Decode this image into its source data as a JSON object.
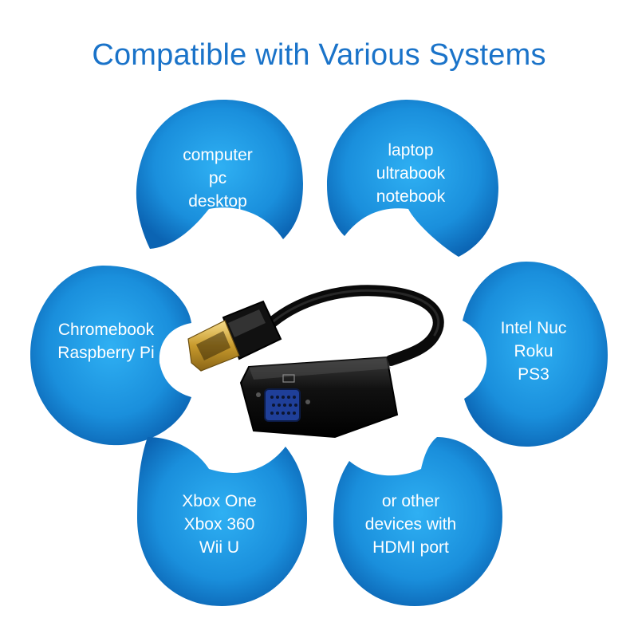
{
  "title": "Compatible with Various Systems",
  "colors": {
    "title": "#1a73c9",
    "blob_light": "#2aa7ee",
    "blob_dark": "#0b6ab8",
    "text": "#ffffff"
  },
  "bubbles": [
    {
      "id": "top-left",
      "lines": [
        "computer",
        "pc",
        "desktop"
      ]
    },
    {
      "id": "top-right",
      "lines": [
        "laptop",
        "ultrabook",
        "notebook"
      ]
    },
    {
      "id": "mid-left",
      "lines": [
        "Chromebook",
        "Raspberry Pi"
      ]
    },
    {
      "id": "mid-right",
      "lines": [
        "Intel Nuc",
        "Roku",
        "PS3"
      ]
    },
    {
      "id": "bottom-left",
      "lines": [
        "Xbox One",
        "Xbox 360",
        "Wii U"
      ]
    },
    {
      "id": "bottom-right",
      "lines": [
        "or other",
        "devices with",
        "HDMI port"
      ]
    }
  ],
  "product": {
    "name": "HDMI to VGA adapter",
    "icon": "hdmi-vga-adapter-icon"
  }
}
